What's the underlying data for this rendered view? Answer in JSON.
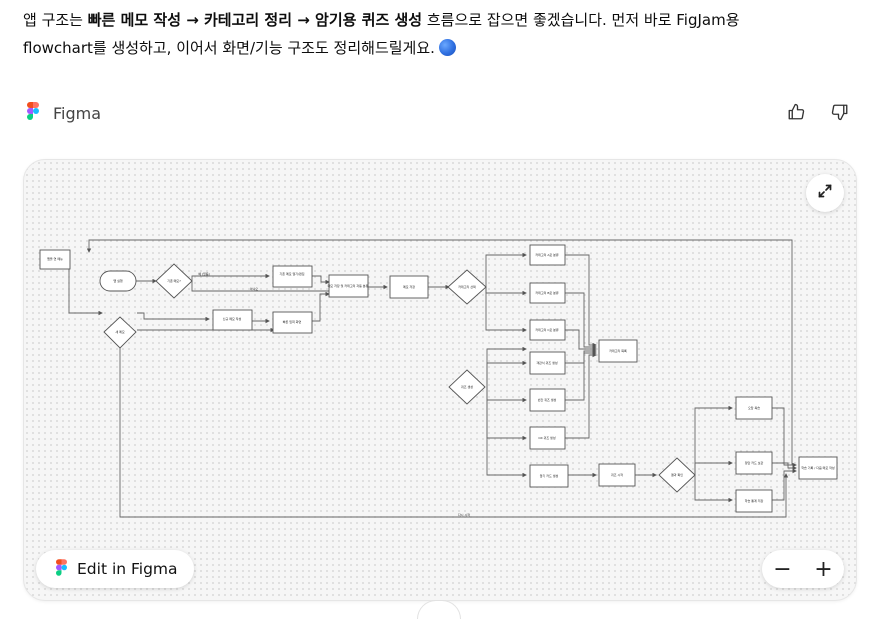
{
  "message": {
    "part1": "앱 구조는 ",
    "bold1": "빠른 메모 작성 → 카테고리 정리 → 암기용 퀴즈 생성",
    "part2": " 흐름으로 잡으면 좋겠습니다. 먼저 바로 FigJam용",
    "line2": "flowchart를 생성하고, 이어서 화면/기능 구조도 정리해드릴게요."
  },
  "app": {
    "name": "Figma",
    "icon": "figma-logo-icon"
  },
  "feedback": {
    "like_icon": "thumbs-up-icon",
    "dislike_icon": "thumbs-down-icon"
  },
  "embed": {
    "edit_label": "Edit in Figma",
    "zoom_out": "−",
    "zoom_in": "+",
    "expand_icon": "expand-icon",
    "background": "#f6f6f6"
  },
  "diagram": {
    "labels": {
      "left_top": "앱을 연 메뉴",
      "start": "앱 실행",
      "d1": "기존 메모?",
      "d2": "새 메모",
      "yes": "예 (있음)",
      "no": "아니오",
      "edit": "기존 메모 열기/편집",
      "new1": "신규 메모 작성",
      "new2": "빠른 입력 화면",
      "merge": "메모 저장 및 카테고리 자동 분류",
      "save": "메모 저장",
      "d3": "카테고리 선택",
      "c1": "카테고리 A로 분류",
      "c2": "카테고리 B로 분류",
      "c3": "카테고리 C로 분류",
      "collect": "카테고리 목록",
      "d4": "퀴즈 생성",
      "q1": "객관식 퀴즈 생성",
      "q2": "빈칸 퀴즈 생성",
      "q3": "OX 퀴즈 생성",
      "q4": "암기 카드 생성",
      "r1": "퀴즈 시작",
      "d5": "결과 확인",
      "o1": "오답 복습",
      "o2": "정답 카드 보관",
      "o3": "학습 통계 저장",
      "end": "학습 기록 / 다음 메모 작성",
      "loop": "다시 시작"
    }
  }
}
